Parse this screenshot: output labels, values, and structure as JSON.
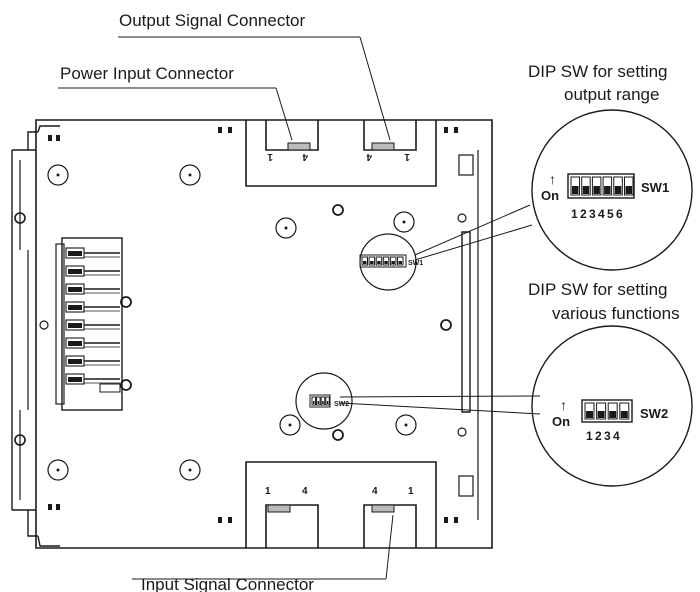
{
  "labels": {
    "output_signal_connector": "Output Signal Connector",
    "power_input_connector": "Power Input Connector",
    "input_signal_connector": "Input Signal Connector",
    "dip_sw1_line1": "DIP SW for setting",
    "dip_sw1_line2": "output range",
    "dip_sw2_line1": "DIP SW for setting",
    "dip_sw2_line2": "various functions"
  },
  "sw1": {
    "name": "SW1",
    "on_label": "On",
    "arrow": "↑",
    "positions": "1 2 3 4 5 6",
    "small_label": "SW1"
  },
  "sw2": {
    "name": "SW2",
    "on_label": "On",
    "arrow": "↑",
    "positions": "1 2 3 4",
    "small_label": "SW2"
  },
  "pins": {
    "top_left_1": "1",
    "top_left_4": "4",
    "top_right_4": "4",
    "top_right_1": "1",
    "bottom_left_1": "1",
    "bottom_left_4": "4",
    "bottom_right_4": "4",
    "bottom_right_1": "1"
  }
}
